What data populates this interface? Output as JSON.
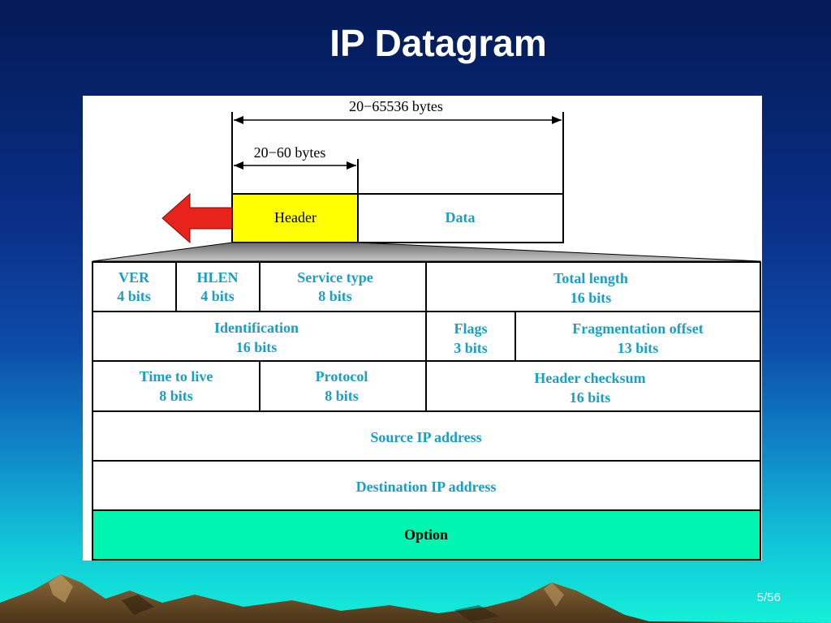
{
  "slide": {
    "title": "IP Datagram",
    "page_number": "5/56"
  },
  "colors": {
    "background_top": "#031a55",
    "background_bottom": "#14f0d8",
    "field_text": "#1a9ec4",
    "header_box": "#ffff00",
    "option_row": "#00f5b0",
    "arrow": "#e8231c"
  },
  "diagram": {
    "total_range_label": "20−65536 bytes",
    "header_range_label": "20−60 bytes",
    "header_label": "Header",
    "data_label": "Data",
    "rows": [
      [
        {
          "name": "VER",
          "size": "4 bits"
        },
        {
          "name": "HLEN",
          "size": "4 bits"
        },
        {
          "name": "Service type",
          "size": "8 bits"
        },
        {
          "name": "Total length",
          "size": "16 bits"
        }
      ],
      [
        {
          "name": "Identification",
          "size": "16 bits"
        },
        {
          "name": "Flags",
          "size": "3 bits"
        },
        {
          "name": "Fragmentation offset",
          "size": "13 bits"
        }
      ],
      [
        {
          "name": "Time to live",
          "size": "8 bits"
        },
        {
          "name": "Protocol",
          "size": "8 bits"
        },
        {
          "name": "Header checksum",
          "size": "16 bits"
        }
      ]
    ],
    "source_address": "Source IP address",
    "destination_address": "Destination IP address",
    "option": "Option"
  }
}
